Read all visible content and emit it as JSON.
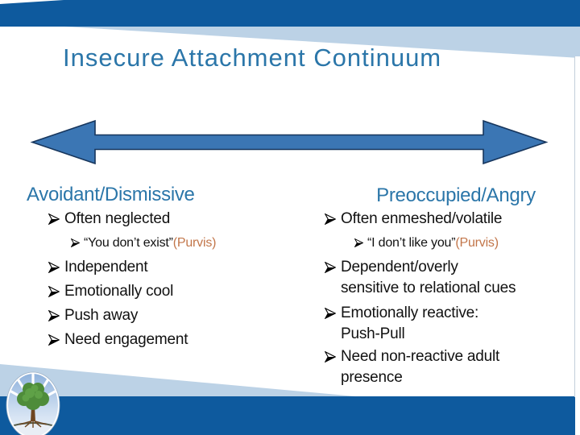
{
  "slide": {
    "title": "Insecure Attachment Continuum",
    "arrow": {
      "icon": "double-headed-arrow",
      "fill": "#3B76B4",
      "border": "#17365D"
    },
    "bullet_icon": "arrowhead-bullet",
    "columns": {
      "left": {
        "heading": "Avoidant/Dismissive",
        "items": [
          {
            "level": 1,
            "text": "Often neglected"
          },
          {
            "level": 2,
            "text": "“You don’t exist” ",
            "source": "(Purvis)"
          },
          {
            "level": 1,
            "text": "Independent"
          },
          {
            "level": 1,
            "text": "Emotionally cool"
          },
          {
            "level": 1,
            "text": "Push away"
          },
          {
            "level": 1,
            "text": "Need engagement"
          }
        ]
      },
      "right": {
        "heading": "Preoccupied/Angry",
        "items": [
          {
            "level": 1,
            "text": "Often enmeshed/volatile"
          },
          {
            "level": 2,
            "text": "“I don’t like you” ",
            "source": "(Purvis)"
          },
          {
            "level": 1,
            "text": "Dependent/overly\nsensitive to relational cues"
          },
          {
            "level": 1,
            "text": "Emotionally reactive:\nPush-Pull"
          },
          {
            "level": 1,
            "text": "Need non-reactive adult\npresence"
          }
        ]
      }
    },
    "logo": {
      "icon": "tree-logo"
    },
    "colors": {
      "band_dark_blue": "#0E5A9E",
      "band_light_blue": "#BCD2E6",
      "heading_blue": "#2B76A9",
      "arrow_fill": "#3B76B4",
      "arrow_border": "#17365D",
      "citation_orange": "#C2764A",
      "body_text": "#111111"
    }
  }
}
